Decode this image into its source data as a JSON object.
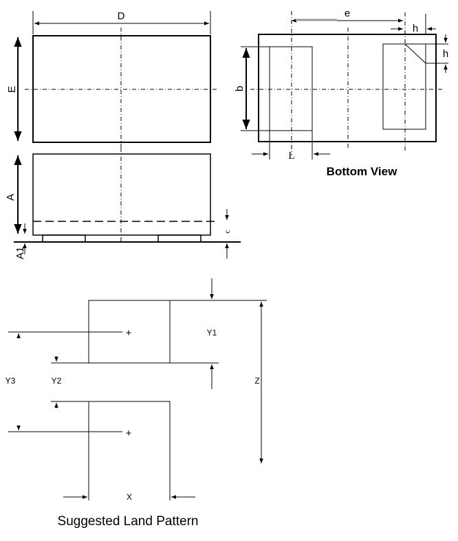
{
  "top_view": {
    "length_label": "D",
    "width_label": "E"
  },
  "side_view": {
    "height_label": "A",
    "standoff_label": "A1",
    "lead_thickness_label": "c"
  },
  "bottom_view": {
    "pitch_label": "e",
    "chamfer_h_label_top": "h",
    "chamfer_h_label_side": "h",
    "pad_width_label": "b",
    "pad_length_label": "L",
    "caption": "Bottom View"
  },
  "land_pattern": {
    "y1_label": "Y1",
    "y2_label": "Y2",
    "y3_label": "Y3",
    "z_label": "Z",
    "x_label": "X",
    "plus_top": "+",
    "plus_bottom": "+",
    "caption": "Suggested Land Pattern"
  }
}
